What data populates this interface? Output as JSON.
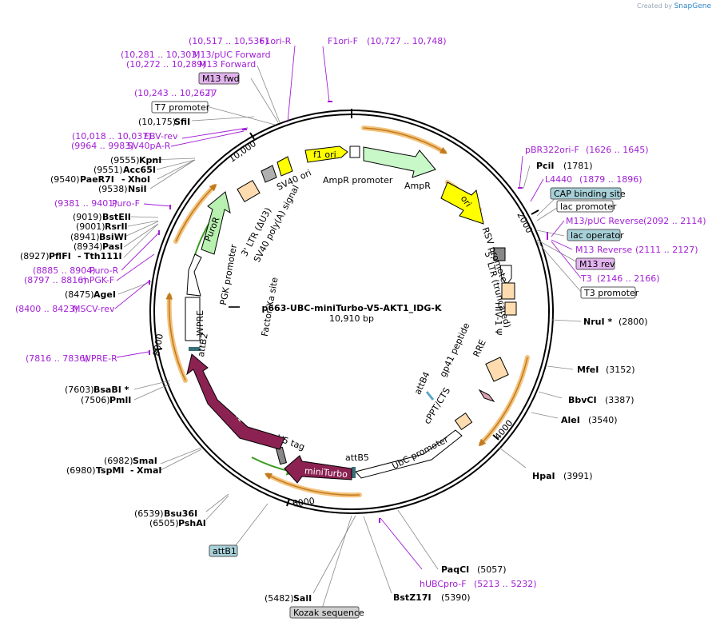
{
  "credit": {
    "created_by": "Created by",
    "brand": "SnapGene"
  },
  "center": {
    "title": "p663-UBC-miniTurbo-V5-AKT1_IDG-K",
    "size": "10,910 bp"
  },
  "ticks": [
    "2000",
    "4000",
    "6000",
    "8000",
    "10,000"
  ],
  "enzymes_right": [
    {
      "name": "PciI",
      "pos": "(1781)"
    },
    {
      "name": "NruI *",
      "pos": "(2800)"
    },
    {
      "name": "MfeI",
      "pos": "(3152)"
    },
    {
      "name": "BbvCI",
      "pos": "(3387)"
    },
    {
      "name": "AleI",
      "pos": "(3540)"
    },
    {
      "name": "HpaI",
      "pos": "(3991)"
    },
    {
      "name": "PaqCI",
      "pos": "(5057)"
    },
    {
      "name": "BstZ17I",
      "pos": "(5390)"
    },
    {
      "name": "SalI",
      "pos": "(5482)"
    }
  ],
  "enzymes_left": [
    {
      "name": "SfiI",
      "pos": "(10,175)"
    },
    {
      "name": "KpnI",
      "pos": "(9555)"
    },
    {
      "name": "Acc65I",
      "pos": "(9551)"
    },
    {
      "name": "PaeR7I",
      "pos": "(9540)",
      "extra": "XhoI"
    },
    {
      "name": "NsiI",
      "pos": "(9538)"
    },
    {
      "name": "BstEII",
      "pos": "(9019)"
    },
    {
      "name": "RsrII",
      "pos": "(9001)"
    },
    {
      "name": "BsiWI",
      "pos": "(8941)"
    },
    {
      "name": "PasI",
      "pos": "(8934)"
    },
    {
      "name": "PflFI",
      "pos": "(8927)",
      "extra": "Tth111I"
    },
    {
      "name": "AgeI",
      "pos": "(8475)"
    },
    {
      "name": "BsaBI *",
      "pos": "(7603)"
    },
    {
      "name": "PmlI",
      "pos": "(7506)"
    },
    {
      "name": "SmaI",
      "pos": "(6982)"
    },
    {
      "name": "TspMI",
      "pos": "(6980)",
      "extra": "XmaI"
    },
    {
      "name": "Bsu36I",
      "pos": "(6539)"
    },
    {
      "name": "PshAI",
      "pos": "(6505)"
    }
  ],
  "primers": [
    {
      "name": "F1ori-R",
      "range": "(10,517 .. 10,536)"
    },
    {
      "name": "F1ori-F",
      "range": "(10,727 .. 10,748)"
    },
    {
      "name": "M13/pUC Forward",
      "range": "(10,281 .. 10,303)"
    },
    {
      "name": "M13 Forward",
      "range": "(10,272 .. 10,289)"
    },
    {
      "name": "T7",
      "range": "(10,243 .. 10,262)"
    },
    {
      "name": "EBV-rev",
      "range": "(10,018 .. 10,037)"
    },
    {
      "name": "SV40pA-R",
      "range": "(9964 .. 9983)"
    },
    {
      "name": "Puro-F",
      "range": "(9381 .. 9401)"
    },
    {
      "name": "Puro-R",
      "range": "(8885 .. 8904)"
    },
    {
      "name": "mPGK-F",
      "range": "(8797 .. 8816)"
    },
    {
      "name": "MSCV-rev",
      "range": "(8400 .. 8423)"
    },
    {
      "name": "WPRE-R",
      "range": "(7816 .. 7836)"
    },
    {
      "name": "pBR322ori-F",
      "range": "(1626 .. 1645)"
    },
    {
      "name": "L4440",
      "range": "(1879 .. 1896)"
    },
    {
      "name": "M13/pUC Reverse",
      "range": "(2092 .. 2114)"
    },
    {
      "name": "M13 Reverse",
      "range": "(2111 .. 2127)"
    },
    {
      "name": "T3",
      "range": "(2146 .. 2166)"
    },
    {
      "name": "hUBCpro-F",
      "range": "(5213 .. 5232)"
    }
  ],
  "boxed_labels": [
    {
      "name": "M13 fwd",
      "style": "pink"
    },
    {
      "name": "T7 promoter",
      "style": "white"
    },
    {
      "name": "CAP binding site",
      "style": "teal"
    },
    {
      "name": "lac promoter",
      "style": "white"
    },
    {
      "name": "lac operator",
      "style": "teal"
    },
    {
      "name": "M13 rev",
      "style": "pink"
    },
    {
      "name": "T3 promoter",
      "style": "white"
    },
    {
      "name": "attB1",
      "style": "teal"
    },
    {
      "name": "Kozak sequence",
      "style": "gray"
    }
  ],
  "features": {
    "f1_ori": "f1 ori",
    "sv40_ori": "SV40 ori",
    "ampr_promoter": "AmpR promoter",
    "ampr": "AmpR",
    "ori": "ori",
    "rsv_promoter": "RSV promoter",
    "ltr_trunc": "5' LTR (truncated)",
    "hiv_psi": "HIV-1 Ψ",
    "rre": "RRE",
    "gp41": "gp41 peptide",
    "cppt": "cPPT/CTS",
    "attb4": "attB4",
    "ubc_promoter": "UbC promoter",
    "attb5": "attB5",
    "miniturbo": "miniTurbo",
    "v5_tag": "V5 tag",
    "akt1": "Akt1",
    "attb2": "attB2",
    "wpre": "WPRE",
    "pgk_promoter": "PGK promoter",
    "puror": "PuroR",
    "ltr3": "3' LTR (ΔU3)",
    "sv40_polya": "SV40 poly(A) signal",
    "factor_xa": "Factor Xa site"
  },
  "colors": {
    "primer": "#a21fd6",
    "akt1": "#8b2252",
    "puror": "#b8f0b0",
    "ori": "#ffff00",
    "orf_highlight": "#f4c27a",
    "teal_box": "#a7d0d8",
    "pink_box": "#e2b3ee",
    "gray_box": "#cfcfcf",
    "peach": "#ffdcb0"
  }
}
